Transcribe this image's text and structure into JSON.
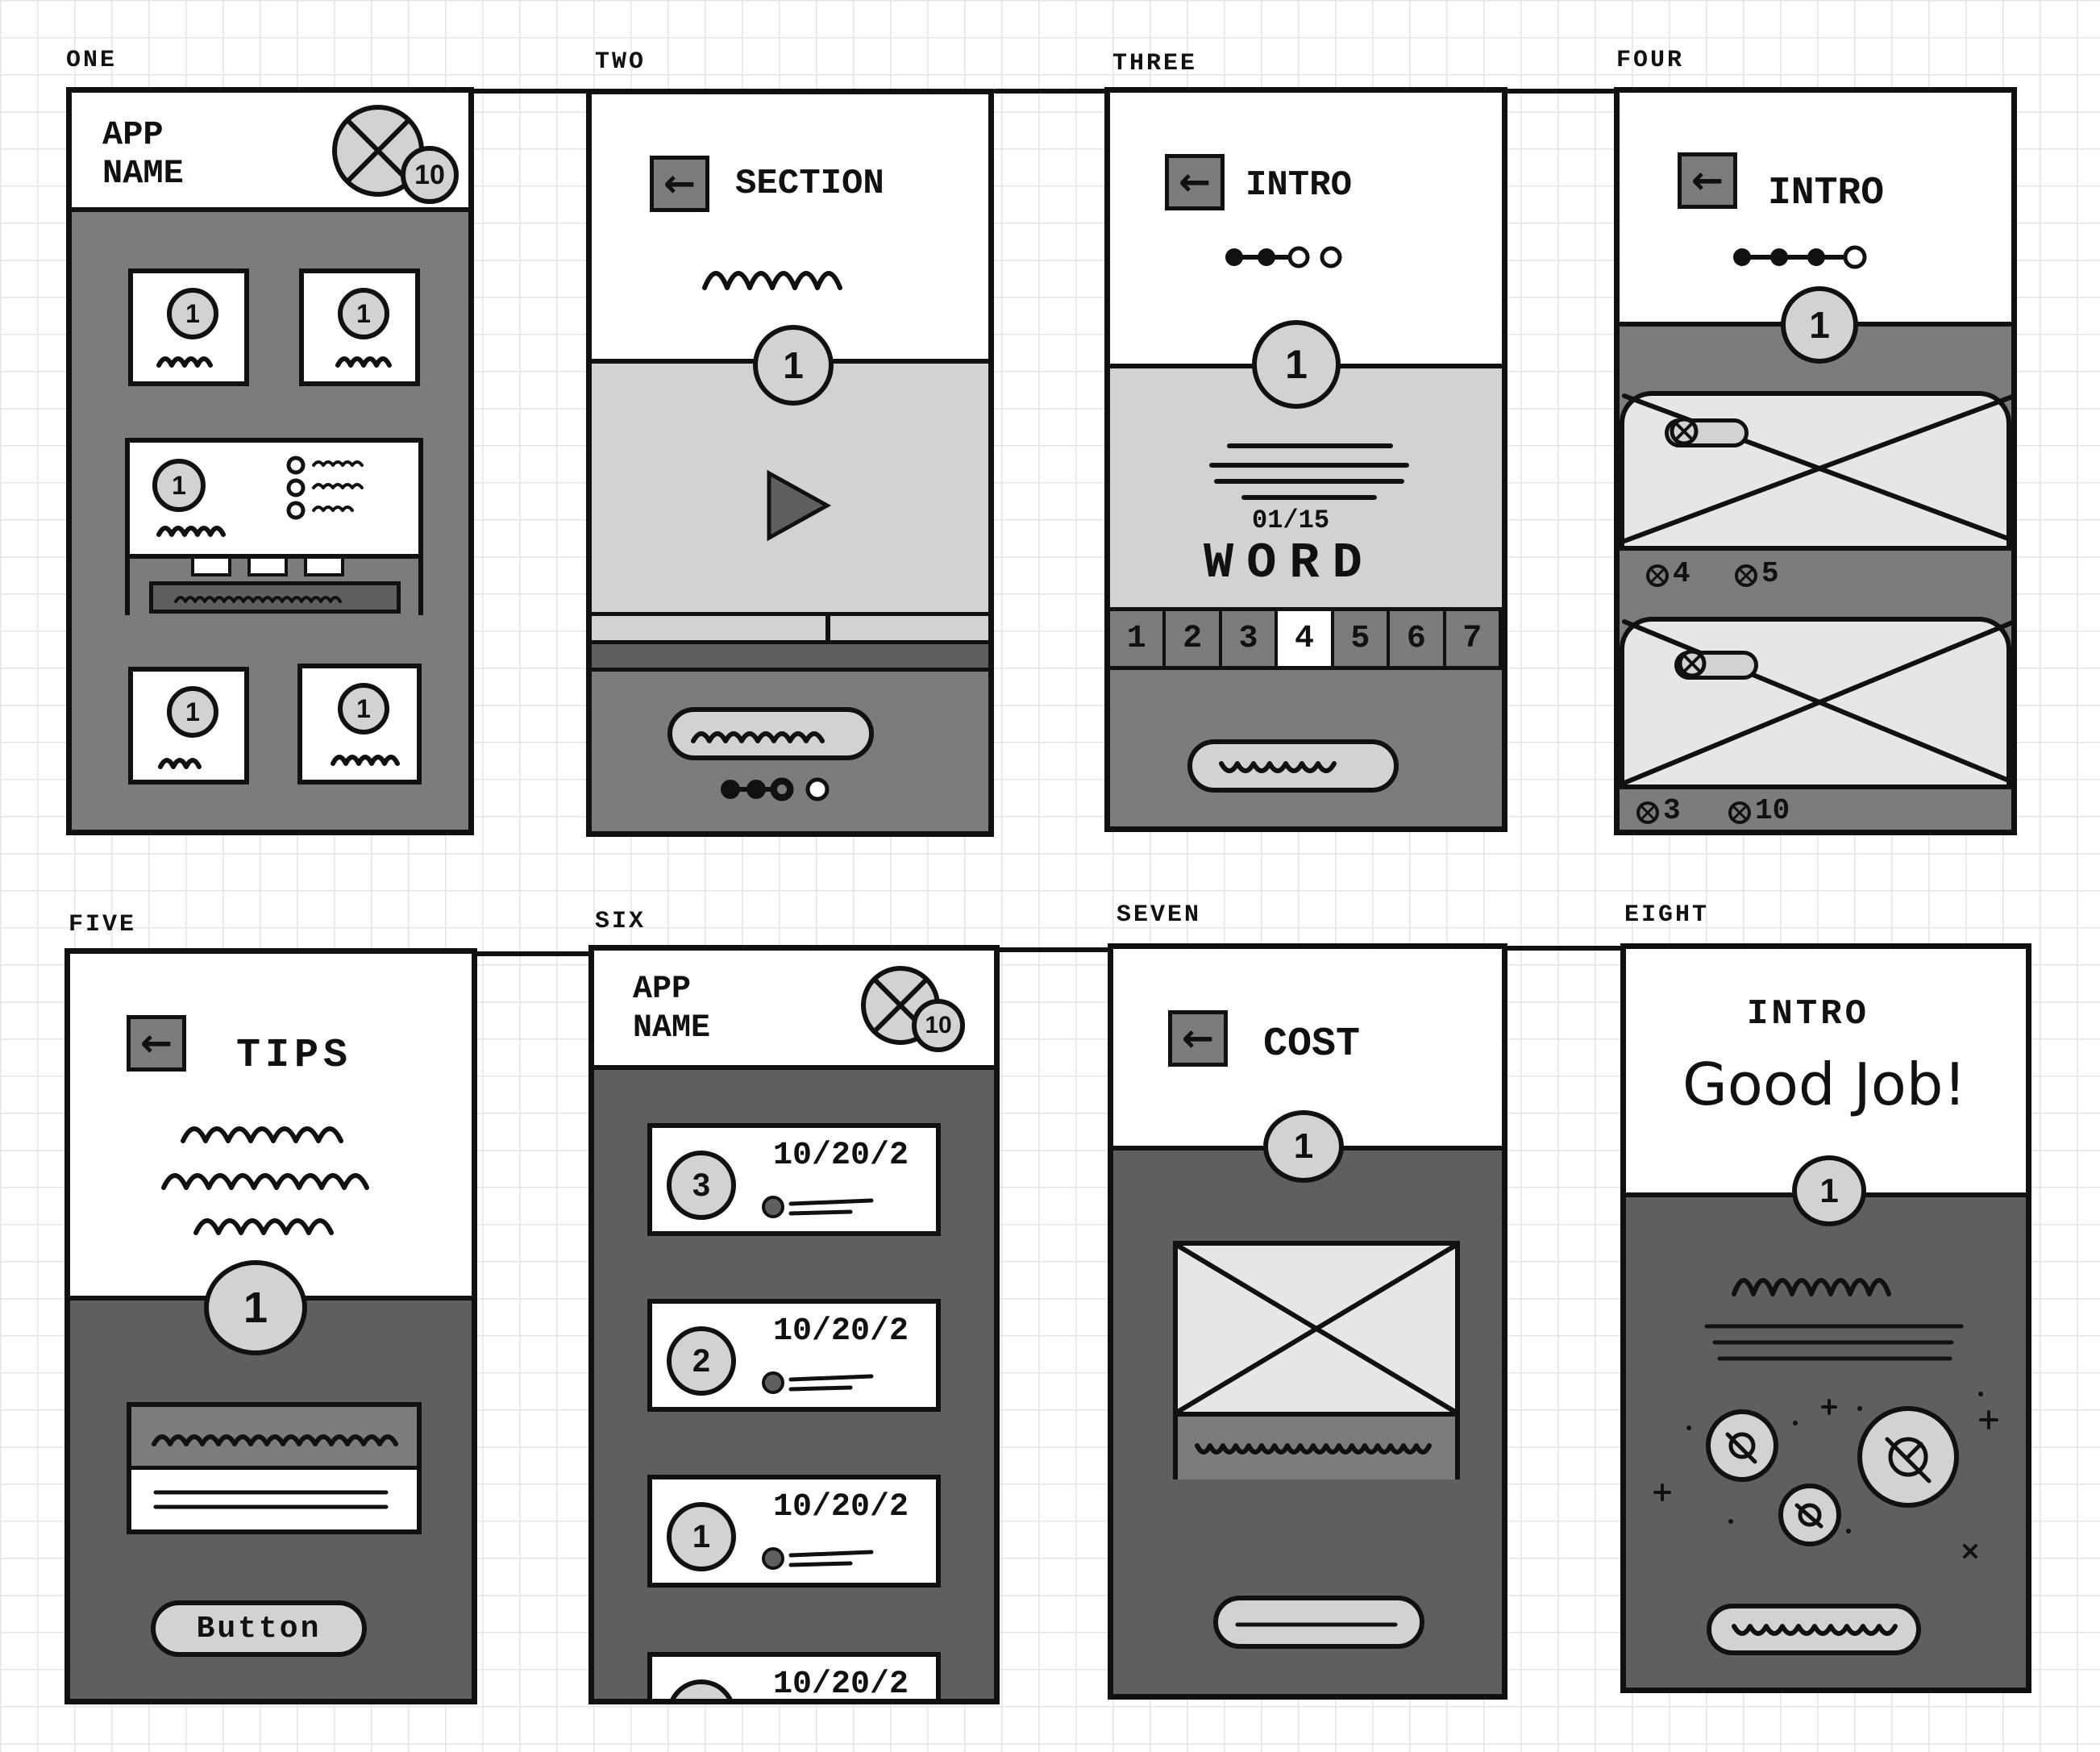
{
  "captions": [
    "ONE",
    "TWO",
    "THREE",
    "FOUR",
    "FIVE",
    "SIX",
    "SEVEN",
    "EIGHT"
  ],
  "one": {
    "app_name_line1": "APP",
    "app_name_line2": "NAME",
    "badge_count": "10",
    "card_number": "1"
  },
  "two": {
    "title": "SECTION",
    "step_number": "1"
  },
  "three": {
    "title": "INTRO",
    "step_number": "1",
    "counter": "01/15",
    "word": "WORD",
    "tabs": [
      "1",
      "2",
      "3",
      "4",
      "5",
      "6",
      "7"
    ],
    "active_tab": "4"
  },
  "four": {
    "title": "INTRO",
    "step_number": "1",
    "card1_stat_a": "4",
    "card1_stat_b": "5",
    "card2_stat_a": "3",
    "card2_stat_b": "10"
  },
  "five": {
    "title": "TIPS",
    "step_number": "1",
    "button_label": "Button"
  },
  "six": {
    "app_name_line1": "APP",
    "app_name_line2": "NAME",
    "badge_count": "10",
    "items": [
      {
        "number": "3",
        "date": "10/20/2"
      },
      {
        "number": "2",
        "date": "10/20/2"
      },
      {
        "number": "1",
        "date": "10/20/2"
      },
      {
        "number": "",
        "date": "10/20/2"
      }
    ]
  },
  "seven": {
    "title": "COST",
    "step_number": "1"
  },
  "eight": {
    "title": "INTRO",
    "headline": "Good Job!",
    "step_number": "1"
  },
  "colors": {
    "ink": "#111111",
    "light_gray": "#d2d2d2",
    "mid_gray": "#7c7c7c",
    "dark_gray": "#5f5f5f",
    "paper": "#ffffff"
  }
}
